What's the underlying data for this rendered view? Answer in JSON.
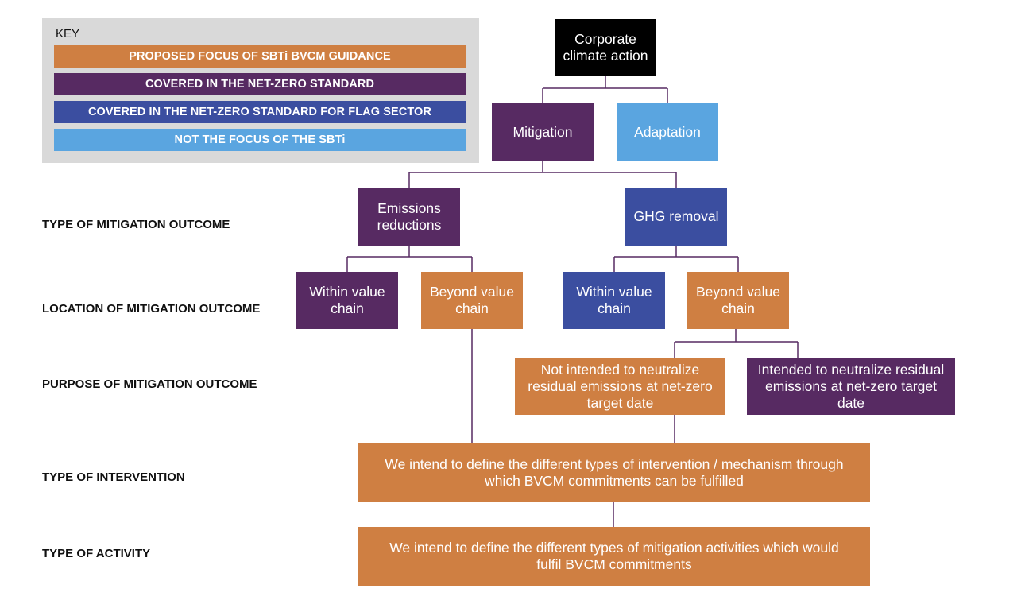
{
  "key": {
    "title": "KEY",
    "items": [
      {
        "label": "PROPOSED FOCUS OF SBTi BVCM GUIDANCE",
        "color": "#cf7f42"
      },
      {
        "label": "COVERED IN THE NET-ZERO STANDARD",
        "color": "#572a62"
      },
      {
        "label": "COVERED IN THE NET-ZERO STANDARD FOR FLAG SECTOR",
        "color": "#3b4ea0"
      },
      {
        "label": "NOT THE FOCUS OF THE SBTi",
        "color": "#5aa5e0"
      }
    ]
  },
  "row_labels": {
    "type_outcome": "TYPE OF MITIGATION OUTCOME",
    "location_outcome": "LOCATION OF MITIGATION OUTCOME",
    "purpose_outcome": "PURPOSE OF MITIGATION OUTCOME",
    "intervention": "TYPE OF INTERVENTION",
    "activity": "TYPE OF ACTIVITY"
  },
  "nodes": {
    "root": "Corporate climate action",
    "mitigation": "Mitigation",
    "adaptation": "Adaptation",
    "emissions_reductions": "Emissions reductions",
    "ghg_removal": "GHG removal",
    "er_within": "Within value chain",
    "er_beyond": "Beyond value chain",
    "ghg_within": "Within value chain",
    "ghg_beyond": "Beyond value chain",
    "not_neutralize": "Not intended to neutralize residual emissions at net-zero target date",
    "neutralize": "Intended to neutralize residual emissions at net-zero target date",
    "intervention": "We intend to define the different types of intervention / mechanism through which BVCM commitments can be fulfilled",
    "activity": "We intend to define the different types of mitigation activities which would fulfil BVCM commitments"
  }
}
